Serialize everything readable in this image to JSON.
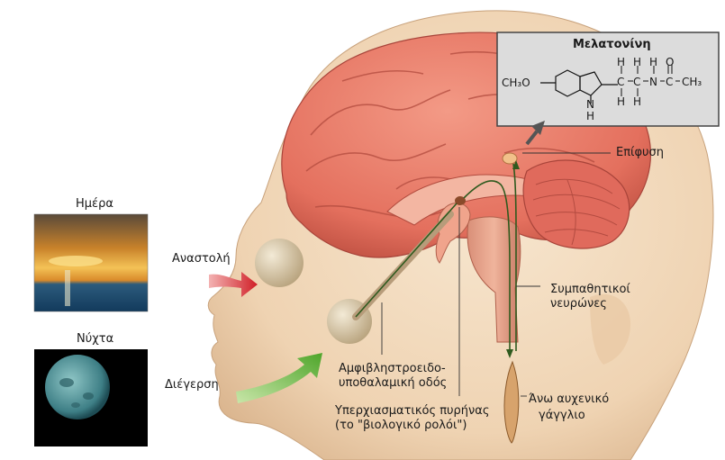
{
  "labels": {
    "day": "Ημέρα",
    "night": "Νύχτα",
    "inhibition": "Αναστολή",
    "stimulation": "Διέγερση",
    "pineal": "Επίφυση",
    "sympathetic_line1": "Συμπαθητικοί",
    "sympathetic_line2": "νευρώνες",
    "rht_line1": "Αμφιβληστροειδο-",
    "rht_line2": "υποθαλαμική οδός",
    "scn_line1": "Υπερχιασματικός πυρήνας",
    "scn_line2": "(το \"βιολογικό ρολόι\")",
    "scg_line1": "Άνω αυχενικό",
    "scg_line2": "γάγγλιο"
  },
  "melatonin": {
    "title": "Μελατονίνη",
    "ch3o": "CH₃O",
    "nh_n": "N",
    "nh_h": "H",
    "h": "H",
    "c": "C",
    "n": "N",
    "o": "O",
    "ch3": "CH₃"
  },
  "colors": {
    "skin": "#f2dcc0",
    "skin_shadow": "#d9b894",
    "brain": "#e87a6a",
    "brain_dark": "#c85646",
    "cerebellum": "#e06a5c",
    "inhibit_arrow": "#d8262c",
    "stimulate_arrow": "#5aa82a",
    "nerve": "#2f5a1e",
    "panel_bg": "#dcdcdc"
  }
}
